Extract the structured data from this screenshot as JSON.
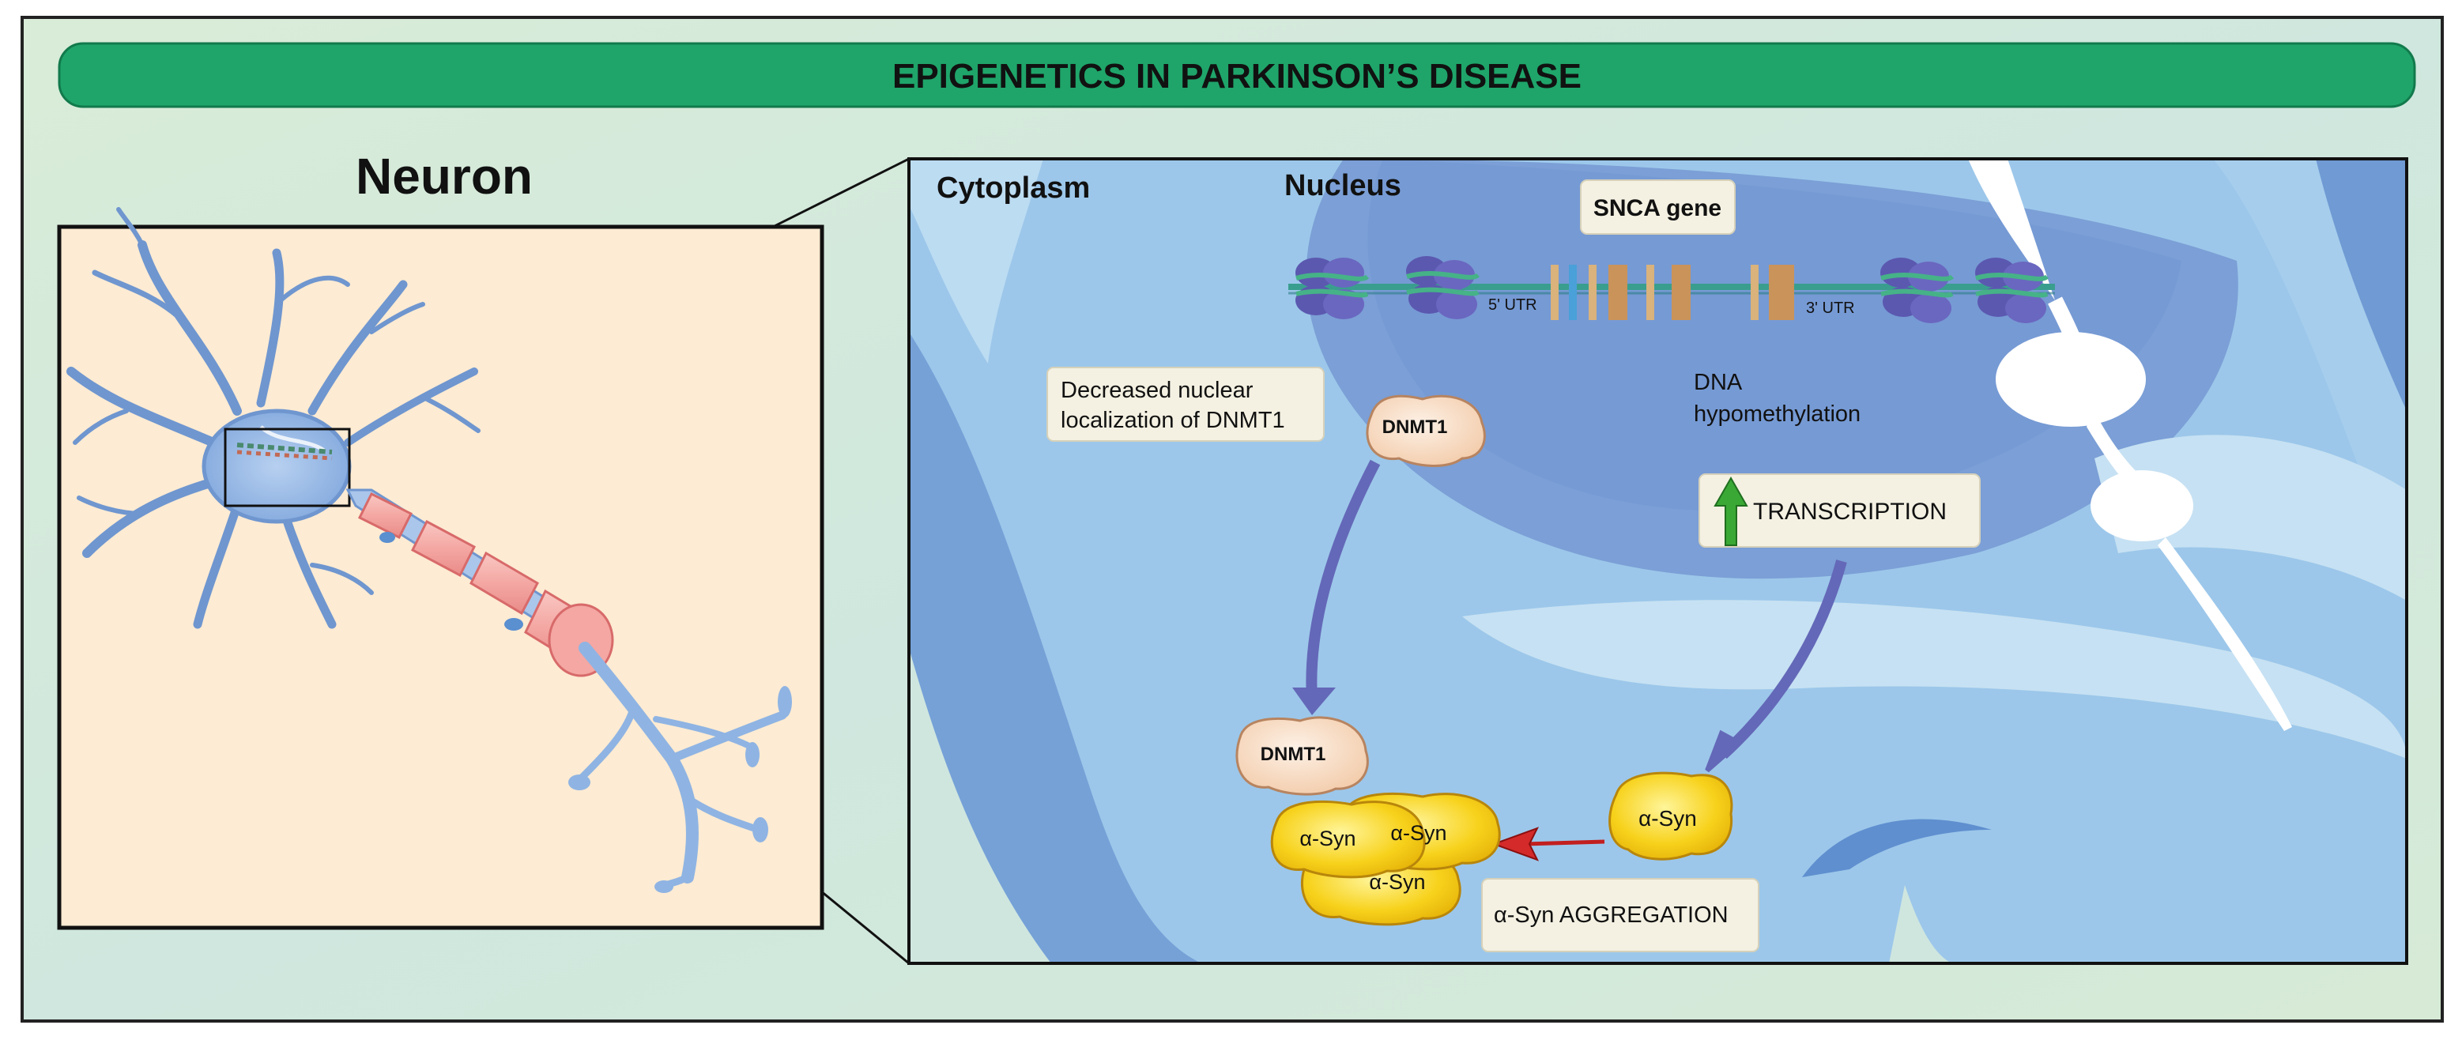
{
  "title": "EPIGENETICS IN PARKINSON’S DISEASE",
  "neuron_panel": {
    "heading": "Neuron"
  },
  "detail_panel": {
    "cytoplasm_label": "Cytoplasm",
    "nucleus_label": "Nucleus",
    "gene_label": "SNCA gene",
    "utr5_label": "5' UTR",
    "utr3_label": "3' UTR",
    "dnmt1_note_line1": "Decreased nuclear",
    "dnmt1_note_line2": "localization of DNMT1",
    "hypomethylation_line1": "DNA",
    "hypomethylation_line2": "hypomethylation",
    "transcription_label": "TRANSCRIPTION",
    "dnmt1_protein_label": "DNMT1",
    "asyn_label": "α-Syn",
    "aggregation_label": "α-Syn AGGREGATION"
  },
  "colors": {
    "title_bar": "#1fa56a",
    "neuron_bg": "#fdebd3",
    "neuron_body": "#8fb4e3",
    "myelin": "#f4a7a3",
    "cytoplasm": "#9cc7ea",
    "nucleus": "#7b9fd6",
    "protein_asyn": "#f7d21c",
    "protein_dnmt1": "#f8d9bf",
    "arrow_purple": "#6468b8",
    "arrow_red": "#d42a2a",
    "arrow_green": "#3aa835"
  }
}
